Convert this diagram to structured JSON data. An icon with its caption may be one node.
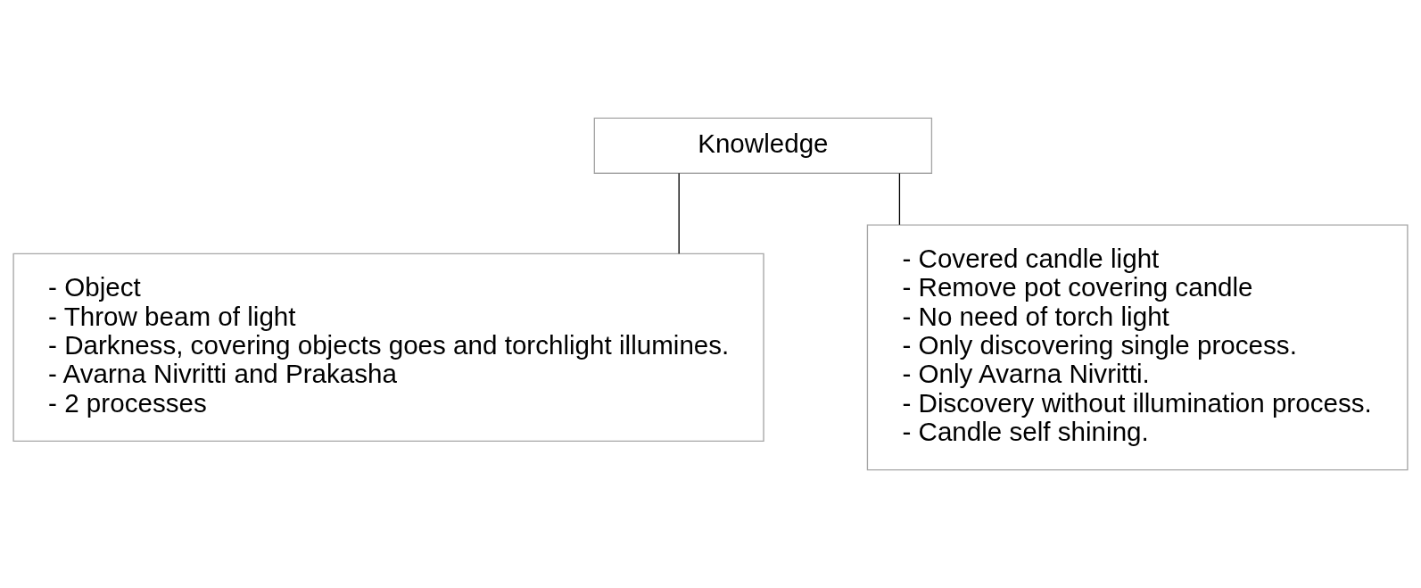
{
  "diagram": {
    "nodes": [
      {
        "text": [
          "Knowledge"
        ]
      },
      {
        "text": [
          "- Object",
          "- Throw beam of light",
          "- Darkness, covering objects goes and torchlight illumines.",
          "- Avarna Nivritti and Prakasha",
          "- 2 processes"
        ]
      },
      {
        "text": [
          "- Covered candle light",
          "- Remove pot covering candle",
          "- No need of torch light",
          "- Only discovering single process.",
          "- Only Avarna Nivritti.",
          "- Discovery without illumination process.",
          "- Candle self shining."
        ]
      }
    ],
    "edges": [
      {
        "from": 0,
        "to": 1,
        "arrow": "none"
      },
      {
        "from": 0,
        "to": 2,
        "arrow": "none"
      }
    ]
  }
}
